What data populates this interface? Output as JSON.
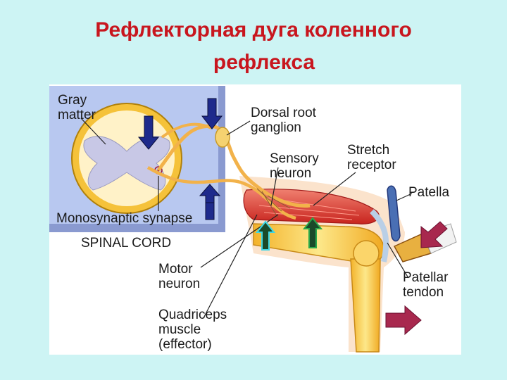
{
  "title": {
    "line1": "Рефлекторная дуга коленного",
    "line2": "рефлекса"
  },
  "labels": {
    "gray_matter_1": "Gray",
    "gray_matter_2": "matter",
    "dorsal_root_1": "Dorsal root",
    "dorsal_root_2": "ganglion",
    "sensory_1": "Sensory",
    "sensory_2": "neuron",
    "stretch_1": "Stretch",
    "stretch_2": "receptor",
    "patella": "Patella",
    "synapse": "Monosynaptic synapse",
    "spinal_cord": "SPINAL CORD",
    "motor_1": "Motor",
    "motor_2": "neuron",
    "tendon_1": "Patellar",
    "tendon_2": "tendon",
    "quad_1": "Quadriceps",
    "quad_2": "muscle",
    "quad_3": "(effector)"
  },
  "colors": {
    "background": "#cdf4f4",
    "title": "#c8161e",
    "muscle": "#d9352e",
    "bone": "#f5c23a",
    "nerve": "#f2b24a",
    "gray_matter": "#c8c8e6",
    "arrow_blue": "#1e2a8c",
    "arrow_green": "#2aa84a",
    "arrow_cyan": "#3fd6e6",
    "arrow_magenta": "#a8284e"
  }
}
